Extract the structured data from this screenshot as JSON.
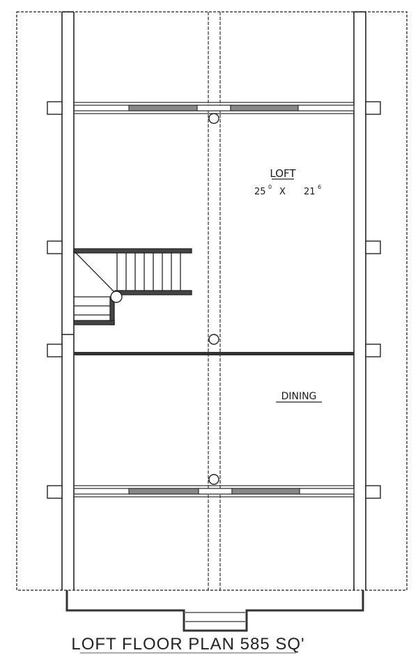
{
  "title": "LOFT FLOOR PLAN 585 SQ'",
  "rooms": [
    {
      "name": "LOFT",
      "dim_w": "25",
      "dim_w_sup": "0",
      "dim_x": "X",
      "dim_h": "21",
      "dim_h_sup": "6"
    },
    {
      "name": "DINING"
    }
  ],
  "colors": {
    "line": "#222222",
    "background": "#ffffff",
    "hatch": "#555555"
  }
}
